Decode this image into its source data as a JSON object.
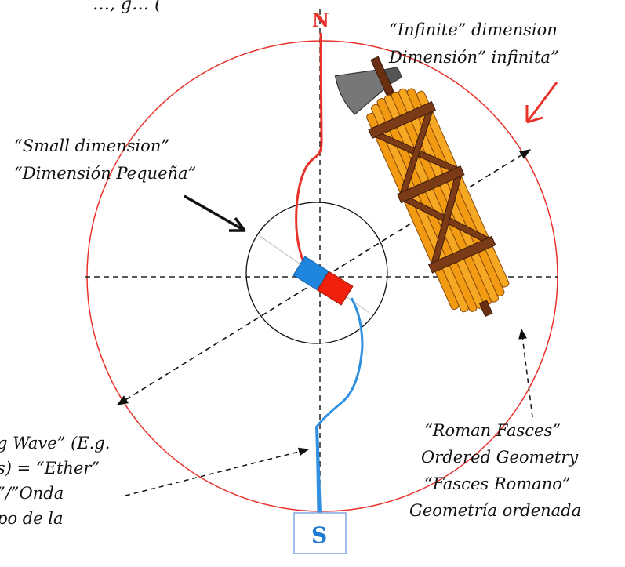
{
  "compass": {
    "north_label": "N",
    "south_label": "S"
  },
  "top_partial": "…, g… (",
  "labels": {
    "infinite_en": "“Infinite” dimension",
    "infinite_es": "Dimensión” infinita”",
    "small_en": "“Small dimension”",
    "small_es": "“Dimensión Pequeña”",
    "wave_1": "g Wave” (E.g.",
    "wave_2": "s) = “Ether”",
    "wave_3": "”/”Onda",
    "wave_4": "po de la",
    "fasces_1": "“Roman Fasces”",
    "fasces_2": "Ordered Geometry",
    "fasces_3": "“Fasces Romano”",
    "fasces_4": "Geometría ordenada"
  },
  "colors": {
    "outer_circle": "#e8322a",
    "north_wire": "#e8322a",
    "south_wire": "#2f8fe0",
    "magnet_blue": "#1f86e0",
    "magnet_red": "#f0200c",
    "fasces_rod": "#f29a12",
    "fasces_band": "#7a3b16",
    "axe_head": "#777777",
    "pointer_arrow": "#e8322a",
    "south_box": "#7fa7e0"
  },
  "icons": [
    "axe-icon",
    "fasces-icon",
    "bar-magnet-icon"
  ]
}
